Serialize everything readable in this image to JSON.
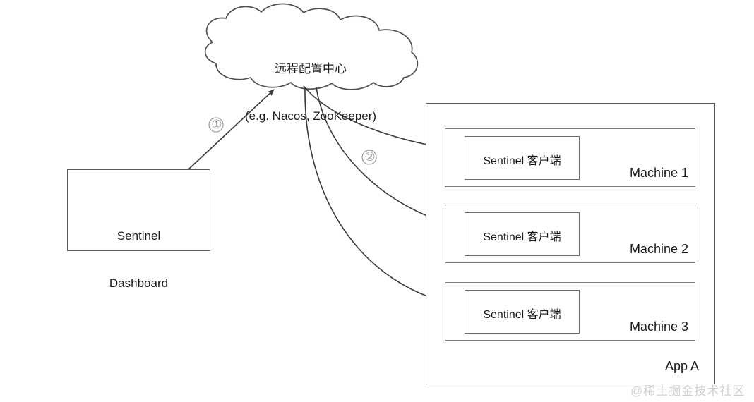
{
  "diagram": {
    "cloud": {
      "title": "远程配置中心",
      "subtitle": "(e.g. Nacos, ZooKeeper)"
    },
    "dashboard": {
      "line1": "Sentinel",
      "line2": "Dashboard"
    },
    "app": {
      "label": "App A"
    },
    "machines": [
      {
        "client_label": "Sentinel 客户端",
        "machine_label": "Machine 1"
      },
      {
        "client_label": "Sentinel 客户端",
        "machine_label": "Machine 2"
      },
      {
        "client_label": "Sentinel 客户端",
        "machine_label": "Machine 3"
      }
    ],
    "steps": [
      {
        "id": "step-1",
        "label": "①"
      },
      {
        "id": "step-2",
        "label": "②"
      }
    ],
    "watermark": "@稀土掘金技术社区",
    "colors": {
      "stroke": "#5a5a5a",
      "inner_stroke": "#7a7a7a",
      "text": "#1a1a1a",
      "step_number": "#8e8e8e",
      "watermark": "#cfcfcf",
      "background": "#ffffff"
    }
  }
}
